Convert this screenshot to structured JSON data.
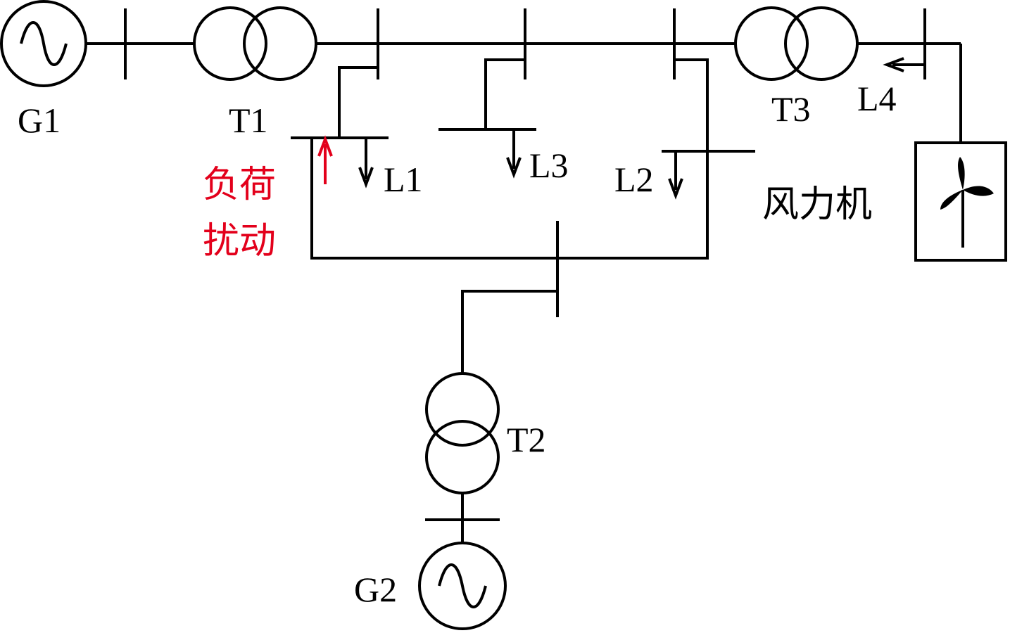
{
  "labels": {
    "g1": "G1",
    "g2": "G2",
    "t1": "T1",
    "t2": "T2",
    "t3": "T3",
    "l1": "L1",
    "l2": "L2",
    "l3": "L3",
    "l4": "L4",
    "wind_line1": "风力机",
    "disturb_line1": "负荷",
    "disturb_line2": "扰动"
  },
  "colors": {
    "line": "#000000",
    "disturbance": "#e3001b",
    "background": "#ffffff"
  },
  "icons": {
    "generator": "sine-in-circle",
    "transformer": "two-overlapping-circles",
    "wind_turbine": "three-blade-rotor-in-box",
    "load": "down-arrow"
  }
}
